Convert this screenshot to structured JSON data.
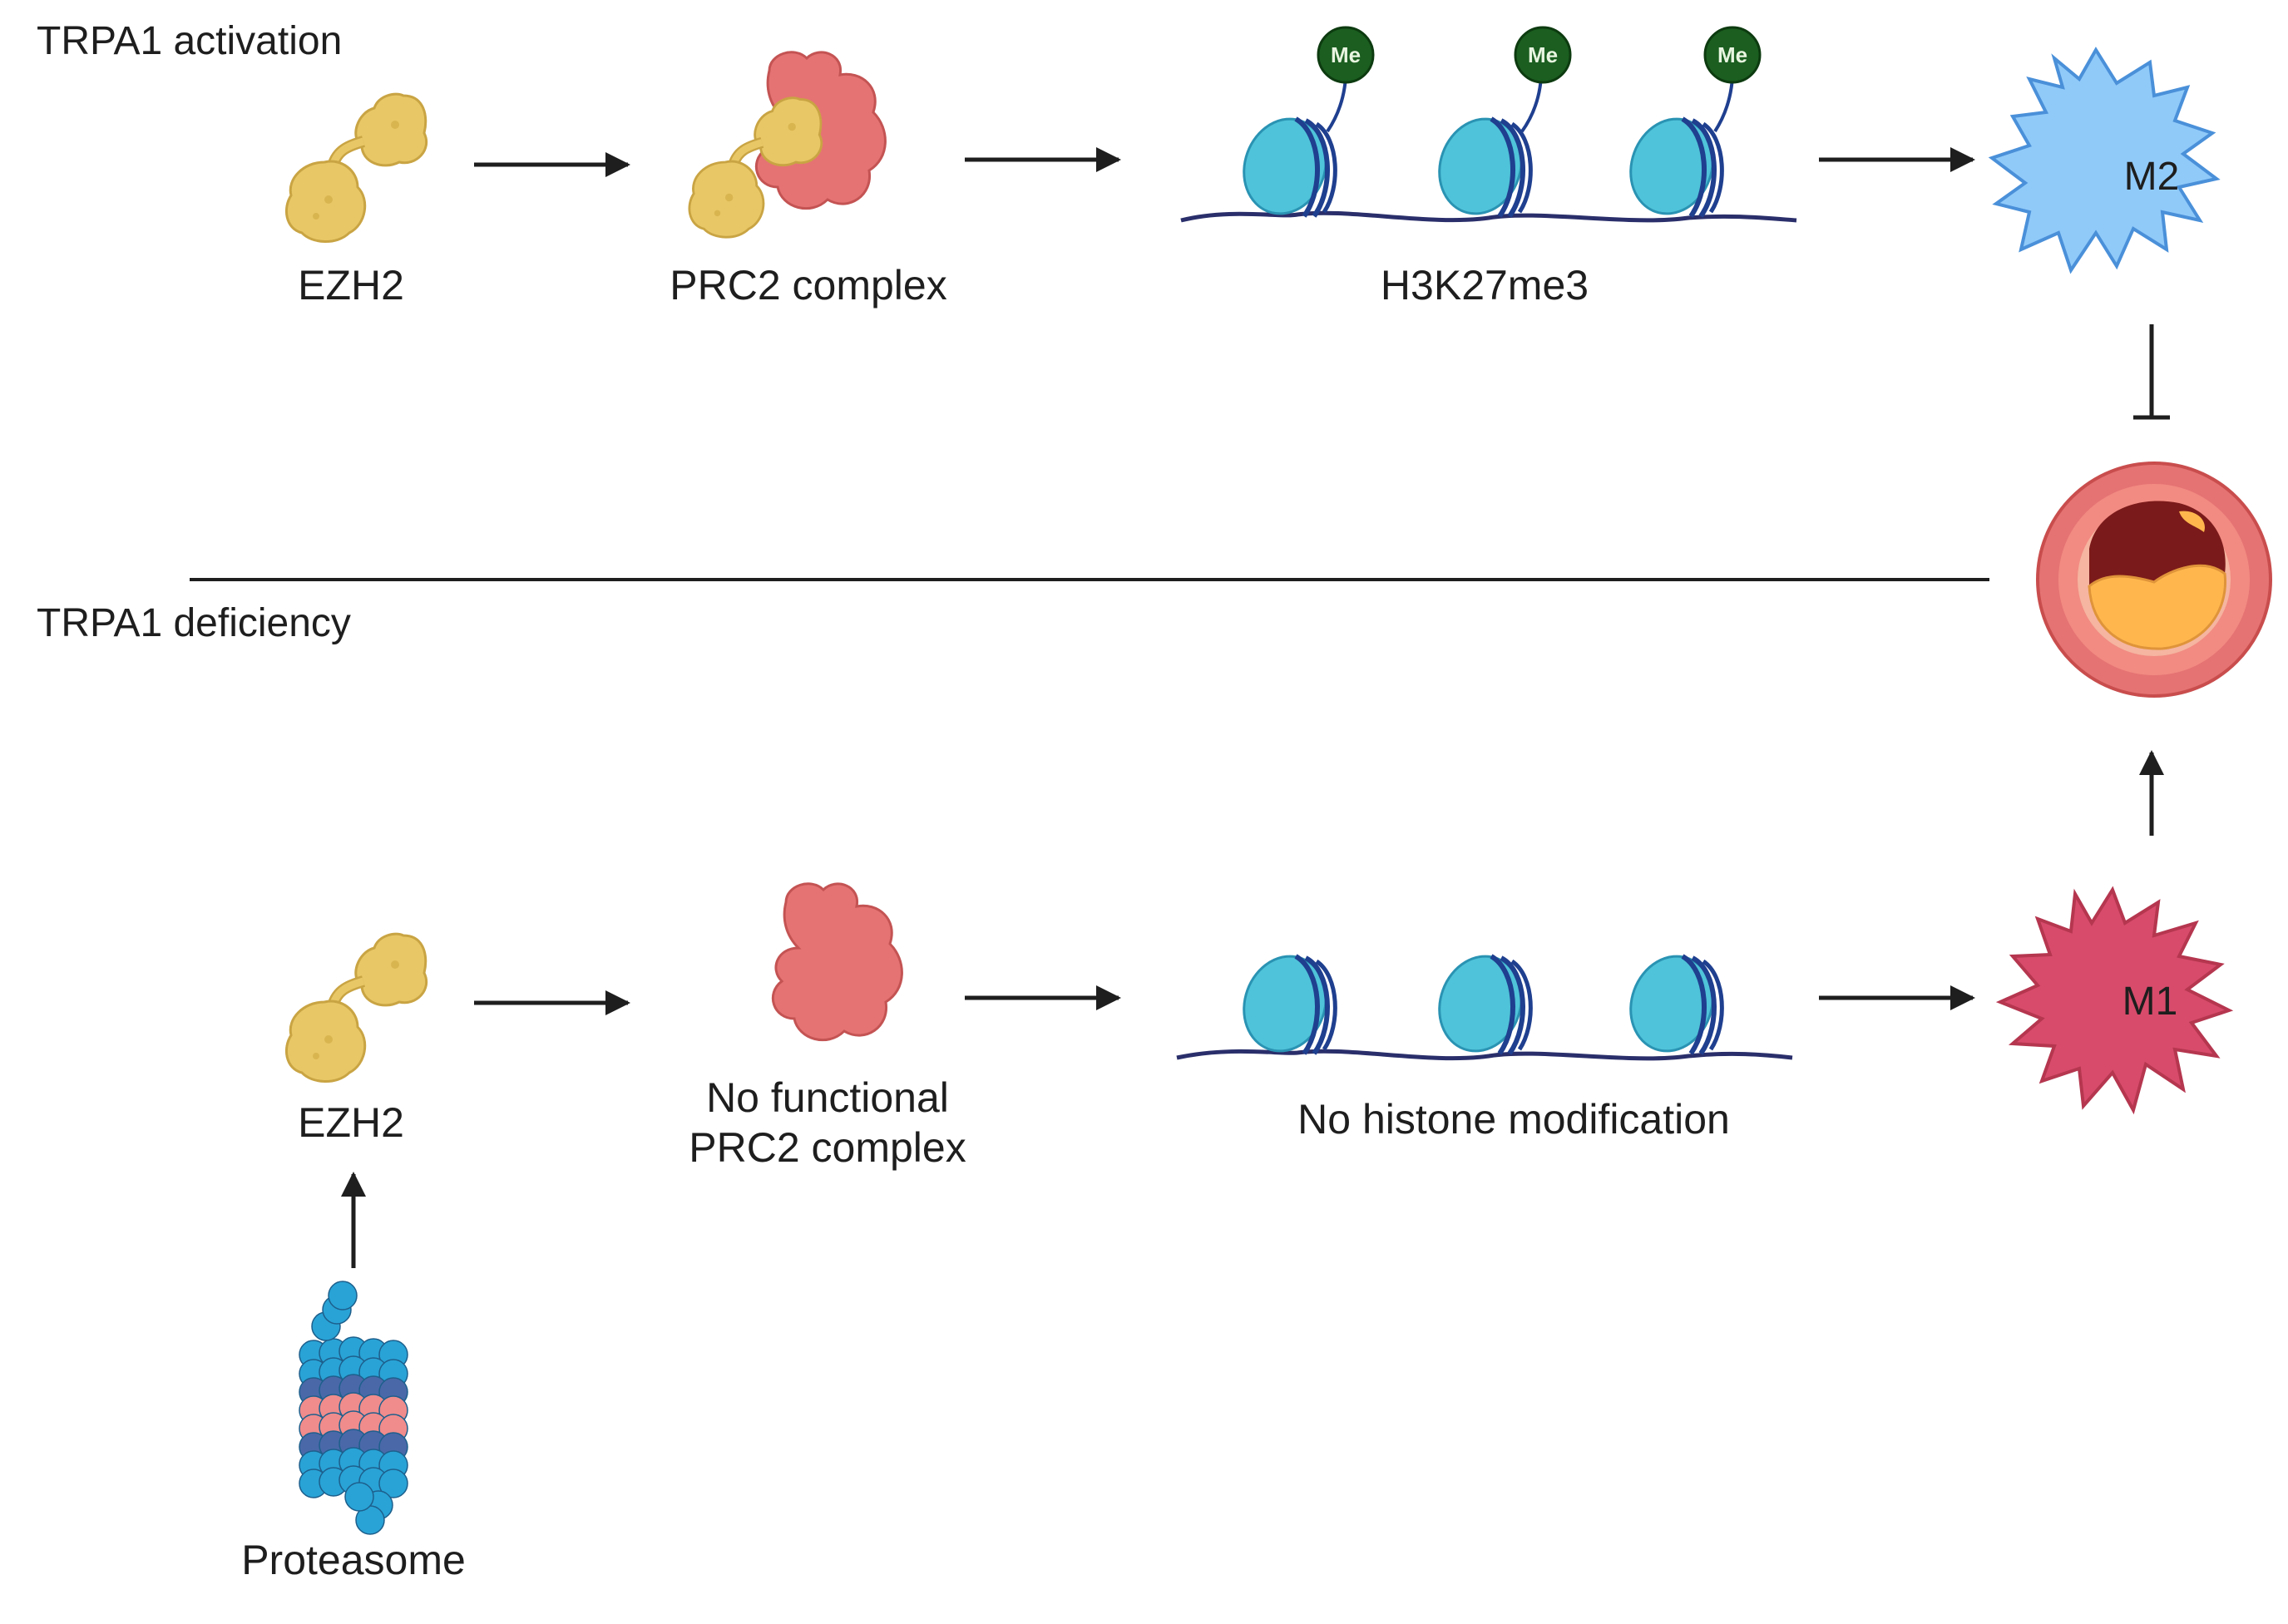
{
  "sections": {
    "activation_title": "TRPA1 activation",
    "deficiency_title": "TRPA1 deficiency"
  },
  "activation": {
    "ezh2_label": "EZH2",
    "prc2_label": "PRC2 complex",
    "h3k27_label": "H3K27me3",
    "methyl_tag": "Me",
    "macrophage_label": "M2"
  },
  "deficiency": {
    "ezh2_label": "EZH2",
    "prc2_label_line1": "No functional",
    "prc2_label_line2": "PRC2 complex",
    "histone_label": "No histone modification",
    "macrophage_label": "M1",
    "proteasome_label": "Proteasome"
  },
  "colors": {
    "ezh2": "#e8c766",
    "prc2": "#e57373",
    "nucleosome": "#4fc3d9",
    "methyl": "#1b5e20",
    "m2": "#90caf9",
    "m1": "#d84b6b",
    "plaque_outer": "#e57373",
    "plaque_core": "#7b1a1a",
    "plaque_lipid": "#ffb74d",
    "proteasome_blue": "#29a3d6",
    "proteasome_dark": "#4a68a8",
    "proteasome_pink": "#f08c8c"
  }
}
